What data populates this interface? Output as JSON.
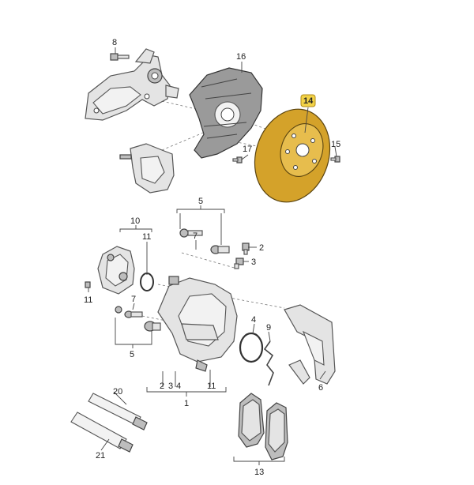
{
  "highlight_color": "#f2d247",
  "disc_color": "#d4a22a",
  "callouts": {
    "c8": "8",
    "c16": "16",
    "c14": "14",
    "c17": "17",
    "c15": "15",
    "c5_top": "5",
    "c10": "10",
    "c11_top": "11",
    "c7_top": "7",
    "c2": "2",
    "c3_right": "3",
    "c11_left": "11",
    "c7_mid": "7",
    "c5_bottom": "5",
    "c4": "4",
    "c9": "9",
    "c6": "6",
    "c2_bot": "2",
    "c3_bot": "3",
    "c4_bot": "4",
    "c11_bot": "11",
    "c1": "1",
    "c20": "20",
    "c21": "21",
    "c13": "13"
  },
  "highlighted_part": "14"
}
